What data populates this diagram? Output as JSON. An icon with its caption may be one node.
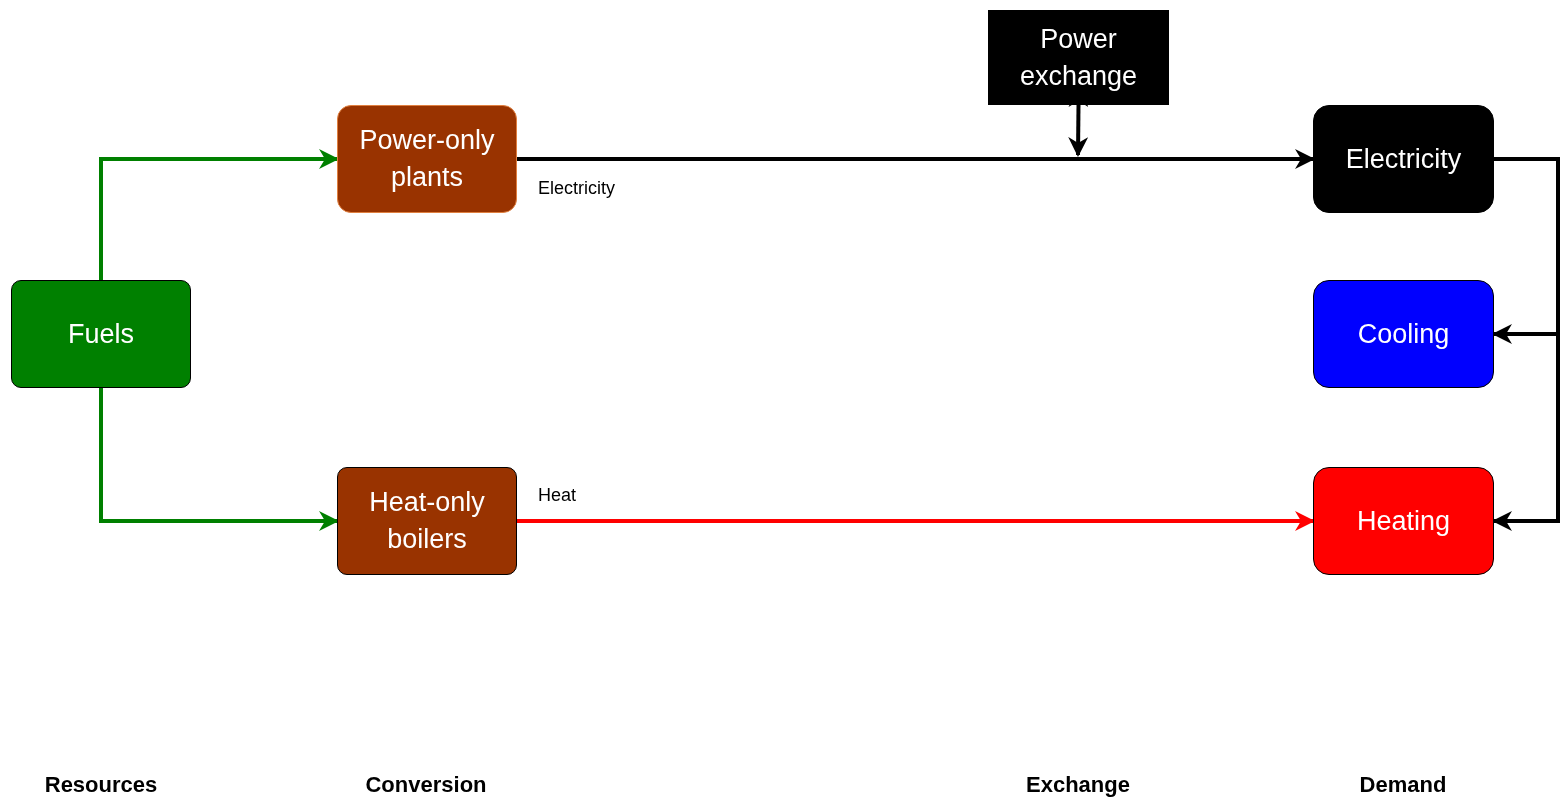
{
  "diagram": {
    "nodes": [
      {
        "text": [
          "Fuels"
        ]
      },
      {
        "text": [
          "Power-only plants"
        ]
      },
      {
        "text": [
          "Heat-only boilers"
        ]
      },
      {
        "text": [
          "Power exchange"
        ]
      },
      {
        "text": [
          "Electricity"
        ]
      },
      {
        "text": [
          "Cooling"
        ]
      },
      {
        "text": [
          "Heating"
        ]
      }
    ],
    "edges": [
      {
        "from": 0,
        "to": 1,
        "arrow": "to",
        "color": "#008000"
      },
      {
        "from": 0,
        "to": 2,
        "arrow": "to",
        "color": "#008000"
      },
      {
        "from": 1,
        "to": 4,
        "arrow": "to",
        "label": "Electricity"
      },
      {
        "from": 2,
        "to": 6,
        "arrow": "to",
        "label": "Heat",
        "color": "#ff0000"
      },
      {
        "from": 3,
        "to": null,
        "arrow": "both"
      },
      {
        "from": 4,
        "to": 5,
        "arrow": "to"
      },
      {
        "from": 4,
        "to": 6,
        "arrow": "to"
      }
    ],
    "labels": [
      "Resources",
      "Conversion",
      "Exchange",
      "Demand"
    ]
  }
}
